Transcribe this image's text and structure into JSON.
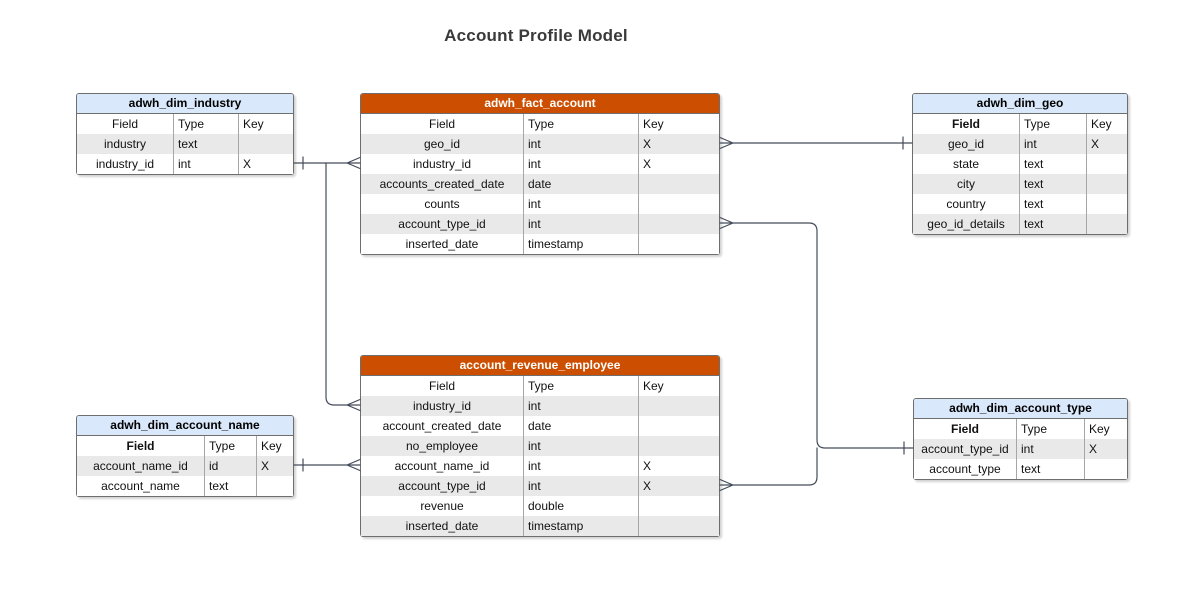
{
  "title": "Account Profile Model",
  "colors": {
    "dim_header_fill": "#dae8fc",
    "fact_header_fill": "#cc4e00",
    "row_alternate_fill": "#e9e9e9",
    "connector_line": "#434c5a",
    "table_border": "#6e6e6e"
  },
  "columns": {
    "field": "Field",
    "type": "Type",
    "key": "Key"
  },
  "tables": [
    {
      "name": "adwh_dim_industry",
      "style": "dim",
      "bold_field_header": false,
      "rows": [
        {
          "field": "industry",
          "type": "text",
          "key": ""
        },
        {
          "field": "industry_id",
          "type": "int",
          "key": "X"
        }
      ]
    },
    {
      "name": "adwh_fact_account",
      "style": "fact",
      "bold_field_header": false,
      "rows": [
        {
          "field": "geo_id",
          "type": "int",
          "key": "X"
        },
        {
          "field": "industry_id",
          "type": "int",
          "key": "X"
        },
        {
          "field": "accounts_created_date",
          "type": "date",
          "key": ""
        },
        {
          "field": "counts",
          "type": "int",
          "key": ""
        },
        {
          "field": "account_type_id",
          "type": "int",
          "key": ""
        },
        {
          "field": "inserted_date",
          "type": "timestamp",
          "key": ""
        }
      ]
    },
    {
      "name": "adwh_dim_geo",
      "style": "dim",
      "bold_field_header": true,
      "rows": [
        {
          "field": "geo_id",
          "type": "int",
          "key": "X"
        },
        {
          "field": "state",
          "type": "text",
          "key": ""
        },
        {
          "field": "city",
          "type": "text",
          "key": ""
        },
        {
          "field": "country",
          "type": "text",
          "key": ""
        },
        {
          "field": "geo_id_details",
          "type": "text",
          "key": ""
        }
      ]
    },
    {
      "name": "account_revenue_employee",
      "style": "fact",
      "bold_field_header": false,
      "rows": [
        {
          "field": "industry_id",
          "type": "int",
          "key": ""
        },
        {
          "field": "account_created_date",
          "type": "date",
          "key": ""
        },
        {
          "field": "no_employee",
          "type": "int",
          "key": ""
        },
        {
          "field": "account_name_id",
          "type": "int",
          "key": "X"
        },
        {
          "field": "account_type_id",
          "type": "int",
          "key": "X"
        },
        {
          "field": "revenue",
          "type": "double",
          "key": ""
        },
        {
          "field": "inserted_date",
          "type": "timestamp",
          "key": ""
        }
      ]
    },
    {
      "name": "adwh_dim_account_name",
      "style": "dim",
      "bold_field_header": true,
      "rows": [
        {
          "field": "account_name_id",
          "type": "id",
          "key": "X"
        },
        {
          "field": "account_name",
          "type": "text",
          "key": ""
        }
      ]
    },
    {
      "name": "adwh_dim_account_type",
      "style": "dim",
      "bold_field_header": true,
      "rows": [
        {
          "field": "account_type_id",
          "type": "int",
          "key": "X"
        },
        {
          "field": "account_type",
          "type": "text",
          "key": ""
        }
      ]
    }
  ],
  "relationships": [
    {
      "one_table": "adwh_dim_industry",
      "one_field": "industry_id",
      "many_table": "adwh_fact_account",
      "many_field": "industry_id"
    },
    {
      "one_table": "adwh_dim_industry",
      "one_field": "industry_id",
      "many_table": "account_revenue_employee",
      "many_field": "industry_id"
    },
    {
      "one_table": "adwh_dim_geo",
      "one_field": "geo_id",
      "many_table": "adwh_fact_account",
      "many_field": "geo_id"
    },
    {
      "one_table": "adwh_dim_account_type",
      "one_field": "account_type_id",
      "many_table": "adwh_fact_account",
      "many_field": "account_type_id"
    },
    {
      "one_table": "adwh_dim_account_type",
      "one_field": "account_type_id",
      "many_table": "account_revenue_employee",
      "many_field": "account_type_id"
    },
    {
      "one_table": "adwh_dim_account_name",
      "one_field": "account_name_id",
      "many_table": "account_revenue_employee",
      "many_field": "account_name_id"
    }
  ]
}
